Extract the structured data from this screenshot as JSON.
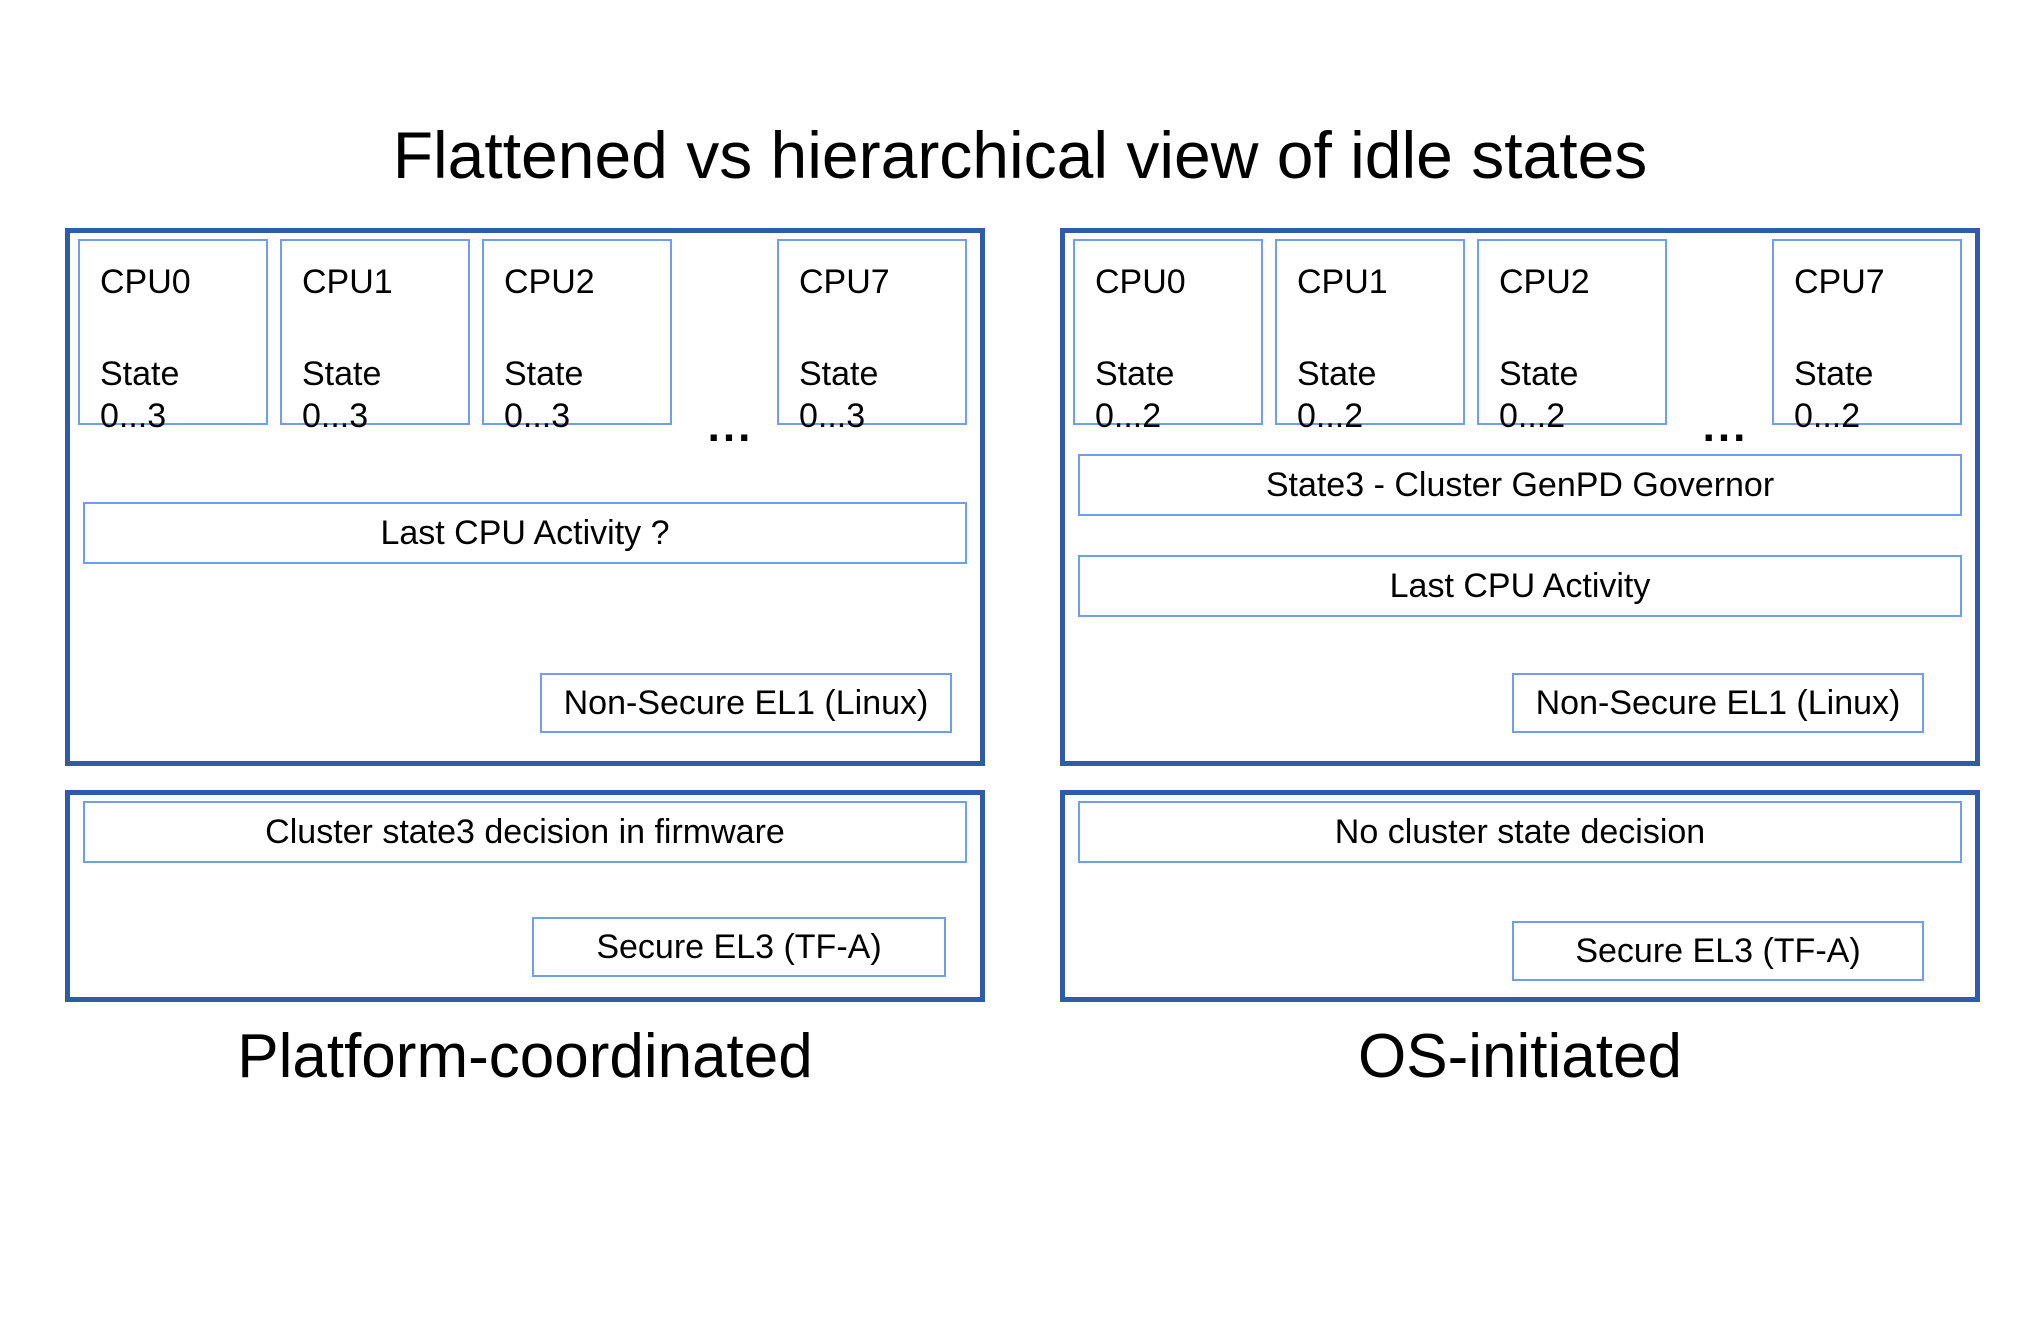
{
  "title": "Flattened vs hierarchical view of idle states",
  "colors": {
    "panel_border": "#2e5ca9",
    "box_border": "#6f9fe8",
    "text": "#000000",
    "background": "#ffffff"
  },
  "panels": {
    "left": {
      "caption": "Platform-coordinated",
      "top": {
        "cpus": [
          {
            "name": "CPU0",
            "state_label": "State",
            "state_range": "0...3"
          },
          {
            "name": "CPU1",
            "state_label": "State",
            "state_range": "0...3"
          },
          {
            "name": "CPU2",
            "state_label": "State",
            "state_range": "0...3"
          },
          {
            "name": "CPU7",
            "state_label": "State",
            "state_range": "0...3"
          }
        ],
        "ellipsis": "...",
        "activity_row": "Last CPU Activity ?",
        "corner": "Non-Secure EL1 (Linux)"
      },
      "bottom": {
        "decision_row": "Cluster state3 decision in firmware",
        "corner": "Secure EL3 (TF-A)"
      }
    },
    "right": {
      "caption": "OS-initiated",
      "top": {
        "cpus": [
          {
            "name": "CPU0",
            "state_label": "State",
            "state_range": "0...2"
          },
          {
            "name": "CPU1",
            "state_label": "State",
            "state_range": "0...2"
          },
          {
            "name": "CPU2",
            "state_label": "State",
            "state_range": "0...2"
          },
          {
            "name": "CPU7",
            "state_label": "State",
            "state_range": "0...2"
          }
        ],
        "ellipsis": "...",
        "governor_row": "State3 - Cluster GenPD Governor",
        "activity_row": "Last CPU Activity",
        "corner": "Non-Secure EL1 (Linux)"
      },
      "bottom": {
        "decision_row": "No cluster state decision",
        "corner": "Secure EL3 (TF-A)"
      }
    }
  }
}
